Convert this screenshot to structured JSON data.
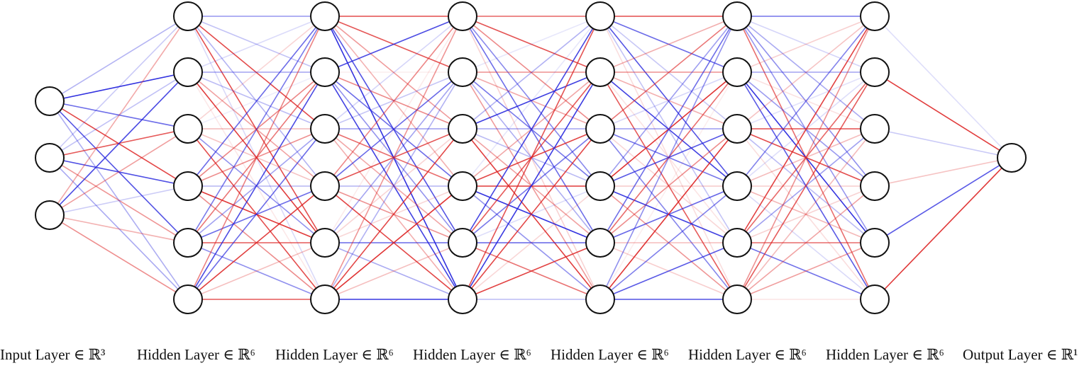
{
  "layers": [
    {
      "label": "Input Layer ∈ ℝ³",
      "size": 3
    },
    {
      "label": "Hidden Layer ∈ ℝ⁶",
      "size": 6
    },
    {
      "label": "Hidden Layer ∈ ℝ⁶",
      "size": 6
    },
    {
      "label": "Hidden Layer ∈ ℝ⁶",
      "size": 6
    },
    {
      "label": "Hidden Layer ∈ ℝ⁶",
      "size": 6
    },
    {
      "label": "Hidden Layer ∈ ℝ⁶",
      "size": 6
    },
    {
      "label": "Hidden Layer ∈ ℝ⁶",
      "size": 6
    },
    {
      "label": "Output Layer ∈ ℝ¹",
      "size": 1
    }
  ],
  "colors": {
    "positive_weight": "#dd2222",
    "negative_weight": "#2222dd",
    "neuron_fill": "#ffffff",
    "neuron_stroke": "#111111"
  }
}
